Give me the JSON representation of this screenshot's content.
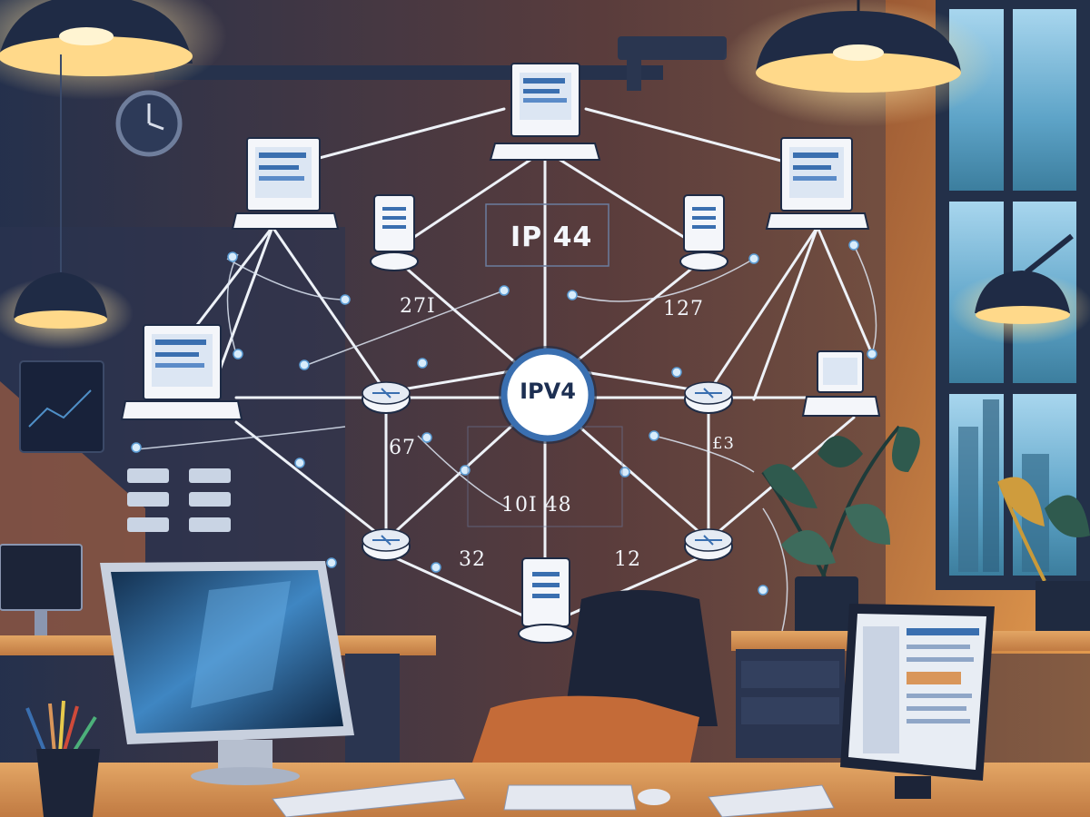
{
  "hub": {
    "label": "IPV4"
  },
  "labels": {
    "top_panel": "IP 44",
    "upper_left": "27I",
    "upper_right": "127",
    "mid_left": "67",
    "mid_right": "£3",
    "center_low": "10I 48",
    "low_left": "32",
    "low_right": "12"
  },
  "palette": {
    "wall_dark": "#1e2b45",
    "wall_warm": "#c96a3a",
    "lamp_glow": "#ffd98a",
    "link_white": "#eef2f8",
    "desk_wood": "#d9965a",
    "accent_blue": "#3a6fb0"
  },
  "icons": [
    "pendant-lamp-icon",
    "wall-clock-icon",
    "laptop-icon",
    "server-icon",
    "router-icon",
    "monitor-icon",
    "plant-icon",
    "keyboard-icon",
    "pencil-cup-icon",
    "office-chair-icon"
  ]
}
